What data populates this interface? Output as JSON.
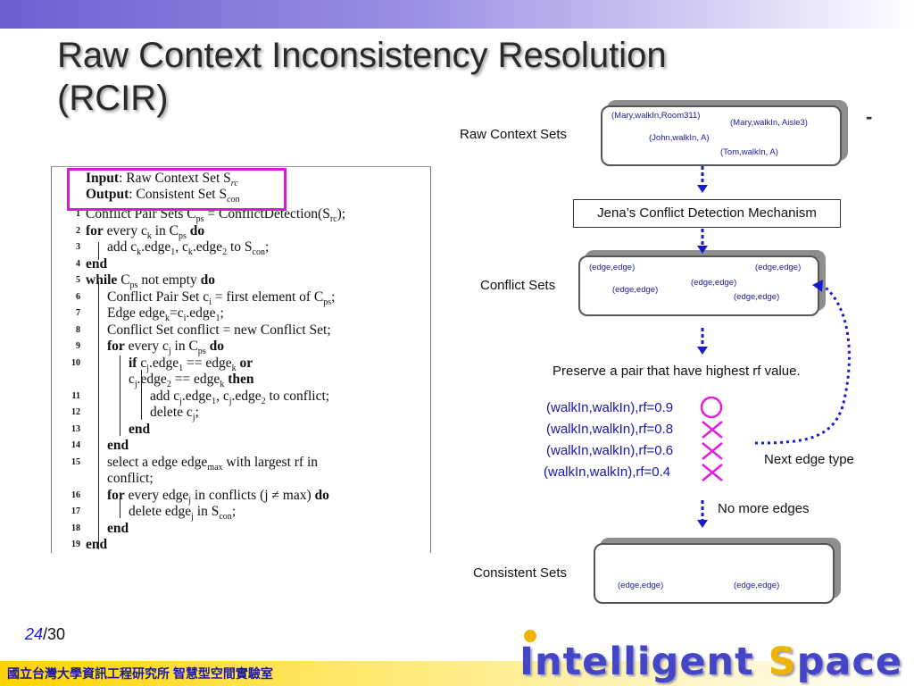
{
  "slide": {
    "title_line1": "Raw Context Inconsistency Resolution",
    "title_line2": "(RCIR)",
    "dash": "-",
    "page_current": "24",
    "page_total": "/30",
    "footer": "國立台灣大學資訊工程研究所 智慧型空間實驗室",
    "brand_main": "Intelligent ",
    "brand_s": "S",
    "brand_rest": "pace"
  },
  "algorithm": {
    "input": "Input",
    "input_text": ": Raw Context Set S",
    "input_sub": "rc",
    "output": "Output",
    "output_text": ": Consistent Set S",
    "output_sub": "con",
    "lines": [
      {
        "num": "1",
        "text": "Conflict Pair Sets C_ps = ConflictDetection(S_rc);"
      },
      {
        "num": "2",
        "text": "for every c_k in C_ps do"
      },
      {
        "num": "3",
        "text": "add c_k.edge_1, c_k.edge_2 to S_con;"
      },
      {
        "num": "4",
        "text": "end"
      },
      {
        "num": "5",
        "text": "while C_ps not empty do"
      },
      {
        "num": "6",
        "text": "Conflict Pair Set c_i = first element of C_ps;"
      },
      {
        "num": "7",
        "text": "Edge edge_k=c_i.edge_1;"
      },
      {
        "num": "8",
        "text": "Conflict Set conflict = new Conflict Set;"
      },
      {
        "num": "9",
        "text": "for every c_j in C_ps do"
      },
      {
        "num": "10",
        "text": "if c_j.edge_1 == edge_k or"
      },
      {
        "num": "",
        "text": "c_j.edge_2 == edge_k then"
      },
      {
        "num": "11",
        "text": "add c_j.edge_1, c_j.edge_2 to conflict;"
      },
      {
        "num": "12",
        "text": "delete c_j;"
      },
      {
        "num": "13",
        "text": "end"
      },
      {
        "num": "14",
        "text": "end"
      },
      {
        "num": "15",
        "text": "select a edge edge_max with largest rf in"
      },
      {
        "num": "",
        "text": "conflict;"
      },
      {
        "num": "16",
        "text": "for every edge_j in conflicts (j ≠ max) do"
      },
      {
        "num": "17",
        "text": "delete edge_j in S_con;"
      },
      {
        "num": "18",
        "text": "end"
      },
      {
        "num": "19",
        "text": "end"
      }
    ]
  },
  "diagram": {
    "raw_label": "Raw Context Sets",
    "raw_items": [
      "(Mary,walkIn,Room311)",
      "(Mary,walkIn, Aisle3)",
      "(John,walkIn, A)",
      "(Tom,walkIn, A)"
    ],
    "jena": "Jena’s Conflict Detection Mechanism",
    "conflict_label": "Conflict Sets",
    "conflict_items": [
      "(edge,edge)",
      "(edge,edge)",
      "(edge,edge)",
      "(edge,edge)",
      "(edge,edge)"
    ],
    "preserve": "Preserve a pair that have highest rf value.",
    "pairs": [
      "(walkIn,walkIn),rf=0.9",
      "(walkIn,walkIn),rf=0.8",
      "(walkIn,walkIn),rf=0.6",
      "(walkIn,walkIn),rf=0.4"
    ],
    "next_edge": "Next edge type",
    "no_more": "No more edges",
    "consistent_label": "Consistent Sets",
    "consistent_items": [
      "(edge,edge)",
      "(edge,edge)"
    ]
  },
  "colors": {
    "highlight": "#d61bd6",
    "arrow": "#1a1acc",
    "mark": "#e020e0"
  }
}
